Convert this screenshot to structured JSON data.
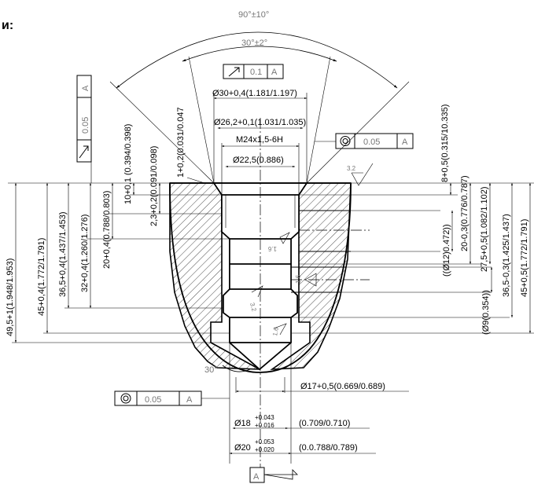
{
  "corner_label": "и:",
  "angles": {
    "outer": "90°±10°",
    "inner": "30°±2°",
    "tip": "30°"
  },
  "frames": {
    "runout_top": {
      "tol": "0.1",
      "datum": "A"
    },
    "concentricity_right": {
      "tol": "0.05",
      "datum": "A"
    },
    "concentricity_bottom": {
      "tol": "0.05",
      "datum": "A"
    },
    "runout_left": {
      "tol": "0.05",
      "datum": "A"
    },
    "datum_label": "A"
  },
  "dims_top": {
    "d30": "Ø30+0,4(1.181/1.197)",
    "d26": "Ø26,2+0,1(1.031/1.035)",
    "thread": "M24x1,5-6H",
    "d22": "Ø22,5(0.886)",
    "v_small": "1+0,2(0.031/0.047"
  },
  "dims_left": {
    "d10": "10+0,1 (0.394/0.398)",
    "d2_3": "2,3+0,2(0.091/0.098)",
    "d20": "20+0,4(0.788/0.803)",
    "d32": "32+0,4(1.260/1.276)",
    "d36_5": "36,5+0,4(1.437/1.453)",
    "d45": "45+0,4(1.772/1.791)",
    "d49_5": "49,5+1(1.948/1.953)"
  },
  "dims_right": {
    "d8": "8+0,5(0.315/10.335)",
    "d20_03": "20-0,3(0.776/0.787)",
    "d12": "((Ø12)0.472))",
    "d27_5": "27,5+0,5(1.082/1.102)",
    "d9": "(Ø9(0.354))",
    "d36_5": "36,5-0,3(1.425/1.437)",
    "d45": "45+0,5(1.772/1.791)"
  },
  "dims_bottom": {
    "d17": "Ø17+0,5(0.669/0.689)",
    "d18": "Ø18",
    "d18_up": "+0.043",
    "d18_lo": "+0.016",
    "d18_in": "(0.709/0.710)",
    "d20": "Ø20",
    "d20_up": "+0.053",
    "d20_lo": "+0.020",
    "d20_in": "(0.0.788/0.789)"
  },
  "roughness": {
    "main": "3.2",
    "r1": "1.6",
    "r2": "1.6",
    "r3": "3.2",
    "r4": "1.6"
  }
}
